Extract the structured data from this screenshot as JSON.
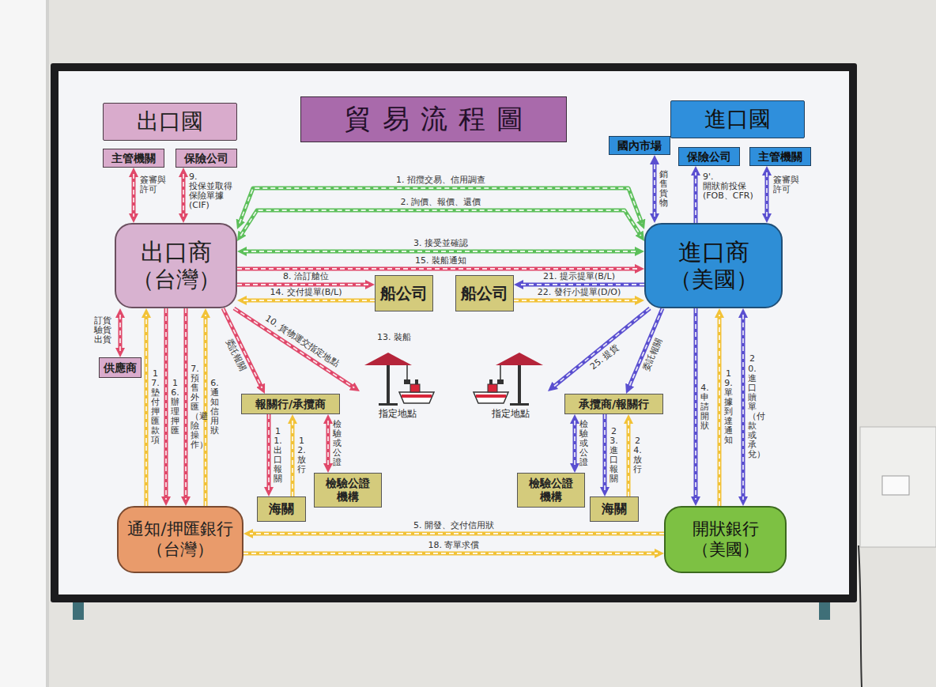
{
  "diagram": {
    "title": "貿易流程圖",
    "nodes": [
      {
        "text": [
          "出口國"
        ]
      },
      {
        "text": [
          "進口國"
        ]
      },
      {
        "text": [
          "主管機關"
        ]
      },
      {
        "text": [
          "保險公司"
        ]
      },
      {
        "text": [
          "國內市場"
        ]
      },
      {
        "text": [
          "保險公司"
        ]
      },
      {
        "text": [
          "主管機關"
        ]
      },
      {
        "text": [
          "出口商",
          "（台灣）"
        ]
      },
      {
        "text": [
          "進口商",
          "（美國）"
        ]
      },
      {
        "text": [
          "船公司"
        ]
      },
      {
        "text": [
          "船公司"
        ]
      },
      {
        "text": [
          "供應商"
        ]
      },
      {
        "text": [
          "報關行/承攬商"
        ]
      },
      {
        "text": [
          "指定地點"
        ]
      },
      {
        "text": [
          "指定地點"
        ]
      },
      {
        "text": [
          "承攬商/報關行"
        ]
      },
      {
        "text": [
          "海關"
        ]
      },
      {
        "text": [
          "檢驗公證 機構"
        ]
      },
      {
        "text": [
          "檢驗公證 機構"
        ]
      },
      {
        "text": [
          "海關"
        ]
      },
      {
        "text": [
          "通知/押匯銀行",
          "（台灣）"
        ]
      },
      {
        "text": [
          "開狀銀行",
          "（美國）"
        ]
      }
    ],
    "edges": [
      {
        "from": 2,
        "to": 7,
        "arrow": "both",
        "label": "簽審與 許可"
      },
      {
        "from": 3,
        "to": 7,
        "arrow": "both",
        "label": "9. 投保並取得 保險單據 (CIF)"
      },
      {
        "from": 8,
        "to": 4,
        "arrow": "both",
        "label": "銷售貨物"
      },
      {
        "from": 8,
        "to": 5,
        "arrow": "to",
        "label": "9'. 開狀前投保 (FOB、CFR)"
      },
      {
        "from": 6,
        "to": 8,
        "arrow": "both",
        "label": "簽審與 許可"
      },
      {
        "from": 7,
        "to": 8,
        "arrow": "both",
        "label": "1. 招攬交易、信用調查"
      },
      {
        "from": 7,
        "to": 8,
        "arrow": "both",
        "label": "2. 詢價、報價、還價"
      },
      {
        "from": 7,
        "to": 8,
        "arrow": "both",
        "label": "3. 接受並確認"
      },
      {
        "from": 7,
        "to": 8,
        "arrow": "to",
        "label": "15. 裝船通知"
      },
      {
        "from": 7,
        "to": 9,
        "arrow": "to",
        "label": "8. 洽訂艙位"
      },
      {
        "from": 9,
        "to": 7,
        "arrow": "to",
        "label": "14. 交付提單(B/L)"
      },
      {
        "from": 8,
        "to": 10,
        "arrow": "to",
        "label": "21. 提示提單(B/L)"
      },
      {
        "from": 10,
        "to": 8,
        "arrow": "to",
        "label": "22. 發行小提單(D/O)"
      },
      {
        "from": 7,
        "to": 11,
        "arrow": "both",
        "label": "訂貨 驗貨 出貨"
      },
      {
        "from": 20,
        "to": 7,
        "arrow": "to",
        "label": "17. 墊付押匯款項"
      },
      {
        "from": 7,
        "to": 20,
        "arrow": "to",
        "label": "16. 辦理押匯"
      },
      {
        "from": 7,
        "to": 20,
        "arrow": "to",
        "label": "7. 預售外匯（避險操作）"
      },
      {
        "from": 20,
        "to": 7,
        "arrow": "to",
        "label": "6. 通知信用狀"
      },
      {
        "from": 7,
        "to": 12,
        "arrow": "to",
        "label": "委託報關"
      },
      {
        "from": 7,
        "to": 13,
        "arrow": "to",
        "label": "10. 貨物運交指定地點"
      },
      {
        "from": 12,
        "to": 16,
        "arrow": "to",
        "label": "11. 出口報關"
      },
      {
        "from": 16,
        "to": 12,
        "arrow": "to",
        "label": "12. 放行"
      },
      {
        "from": 12,
        "to": 17,
        "arrow": "both",
        "label": "檢驗或公證"
      },
      {
        "from": 8,
        "to": 14,
        "arrow": "to",
        "label": "25. 提貨"
      },
      {
        "from": 8,
        "to": 15,
        "arrow": "to",
        "label": "委託報關"
      },
      {
        "from": 15,
        "to": 18,
        "arrow": "both",
        "label": "檢驗或公證"
      },
      {
        "from": 15,
        "to": 19,
        "arrow": "to",
        "label": "23. 進口報關"
      },
      {
        "from": 19,
        "to": 15,
        "arrow": "to",
        "label": "24. 放行"
      },
      {
        "from": 8,
        "to": 21,
        "arrow": "to",
        "label": "4. 申請開狀"
      },
      {
        "from": 21,
        "to": 8,
        "arrow": "to",
        "label": "19. 單據到達通知"
      },
      {
        "from": 8,
        "to": 21,
        "arrow": "both",
        "label": "20. 進口贖單（付款或承兌）"
      },
      {
        "from": 21,
        "to": 20,
        "arrow": "to",
        "label": "5. 開發、交付信用狀"
      },
      {
        "from": 20,
        "to": 21,
        "arrow": "to",
        "label": "18. 寄單求償"
      }
    ],
    "labels": [
      "13. 裝船"
    ]
  }
}
